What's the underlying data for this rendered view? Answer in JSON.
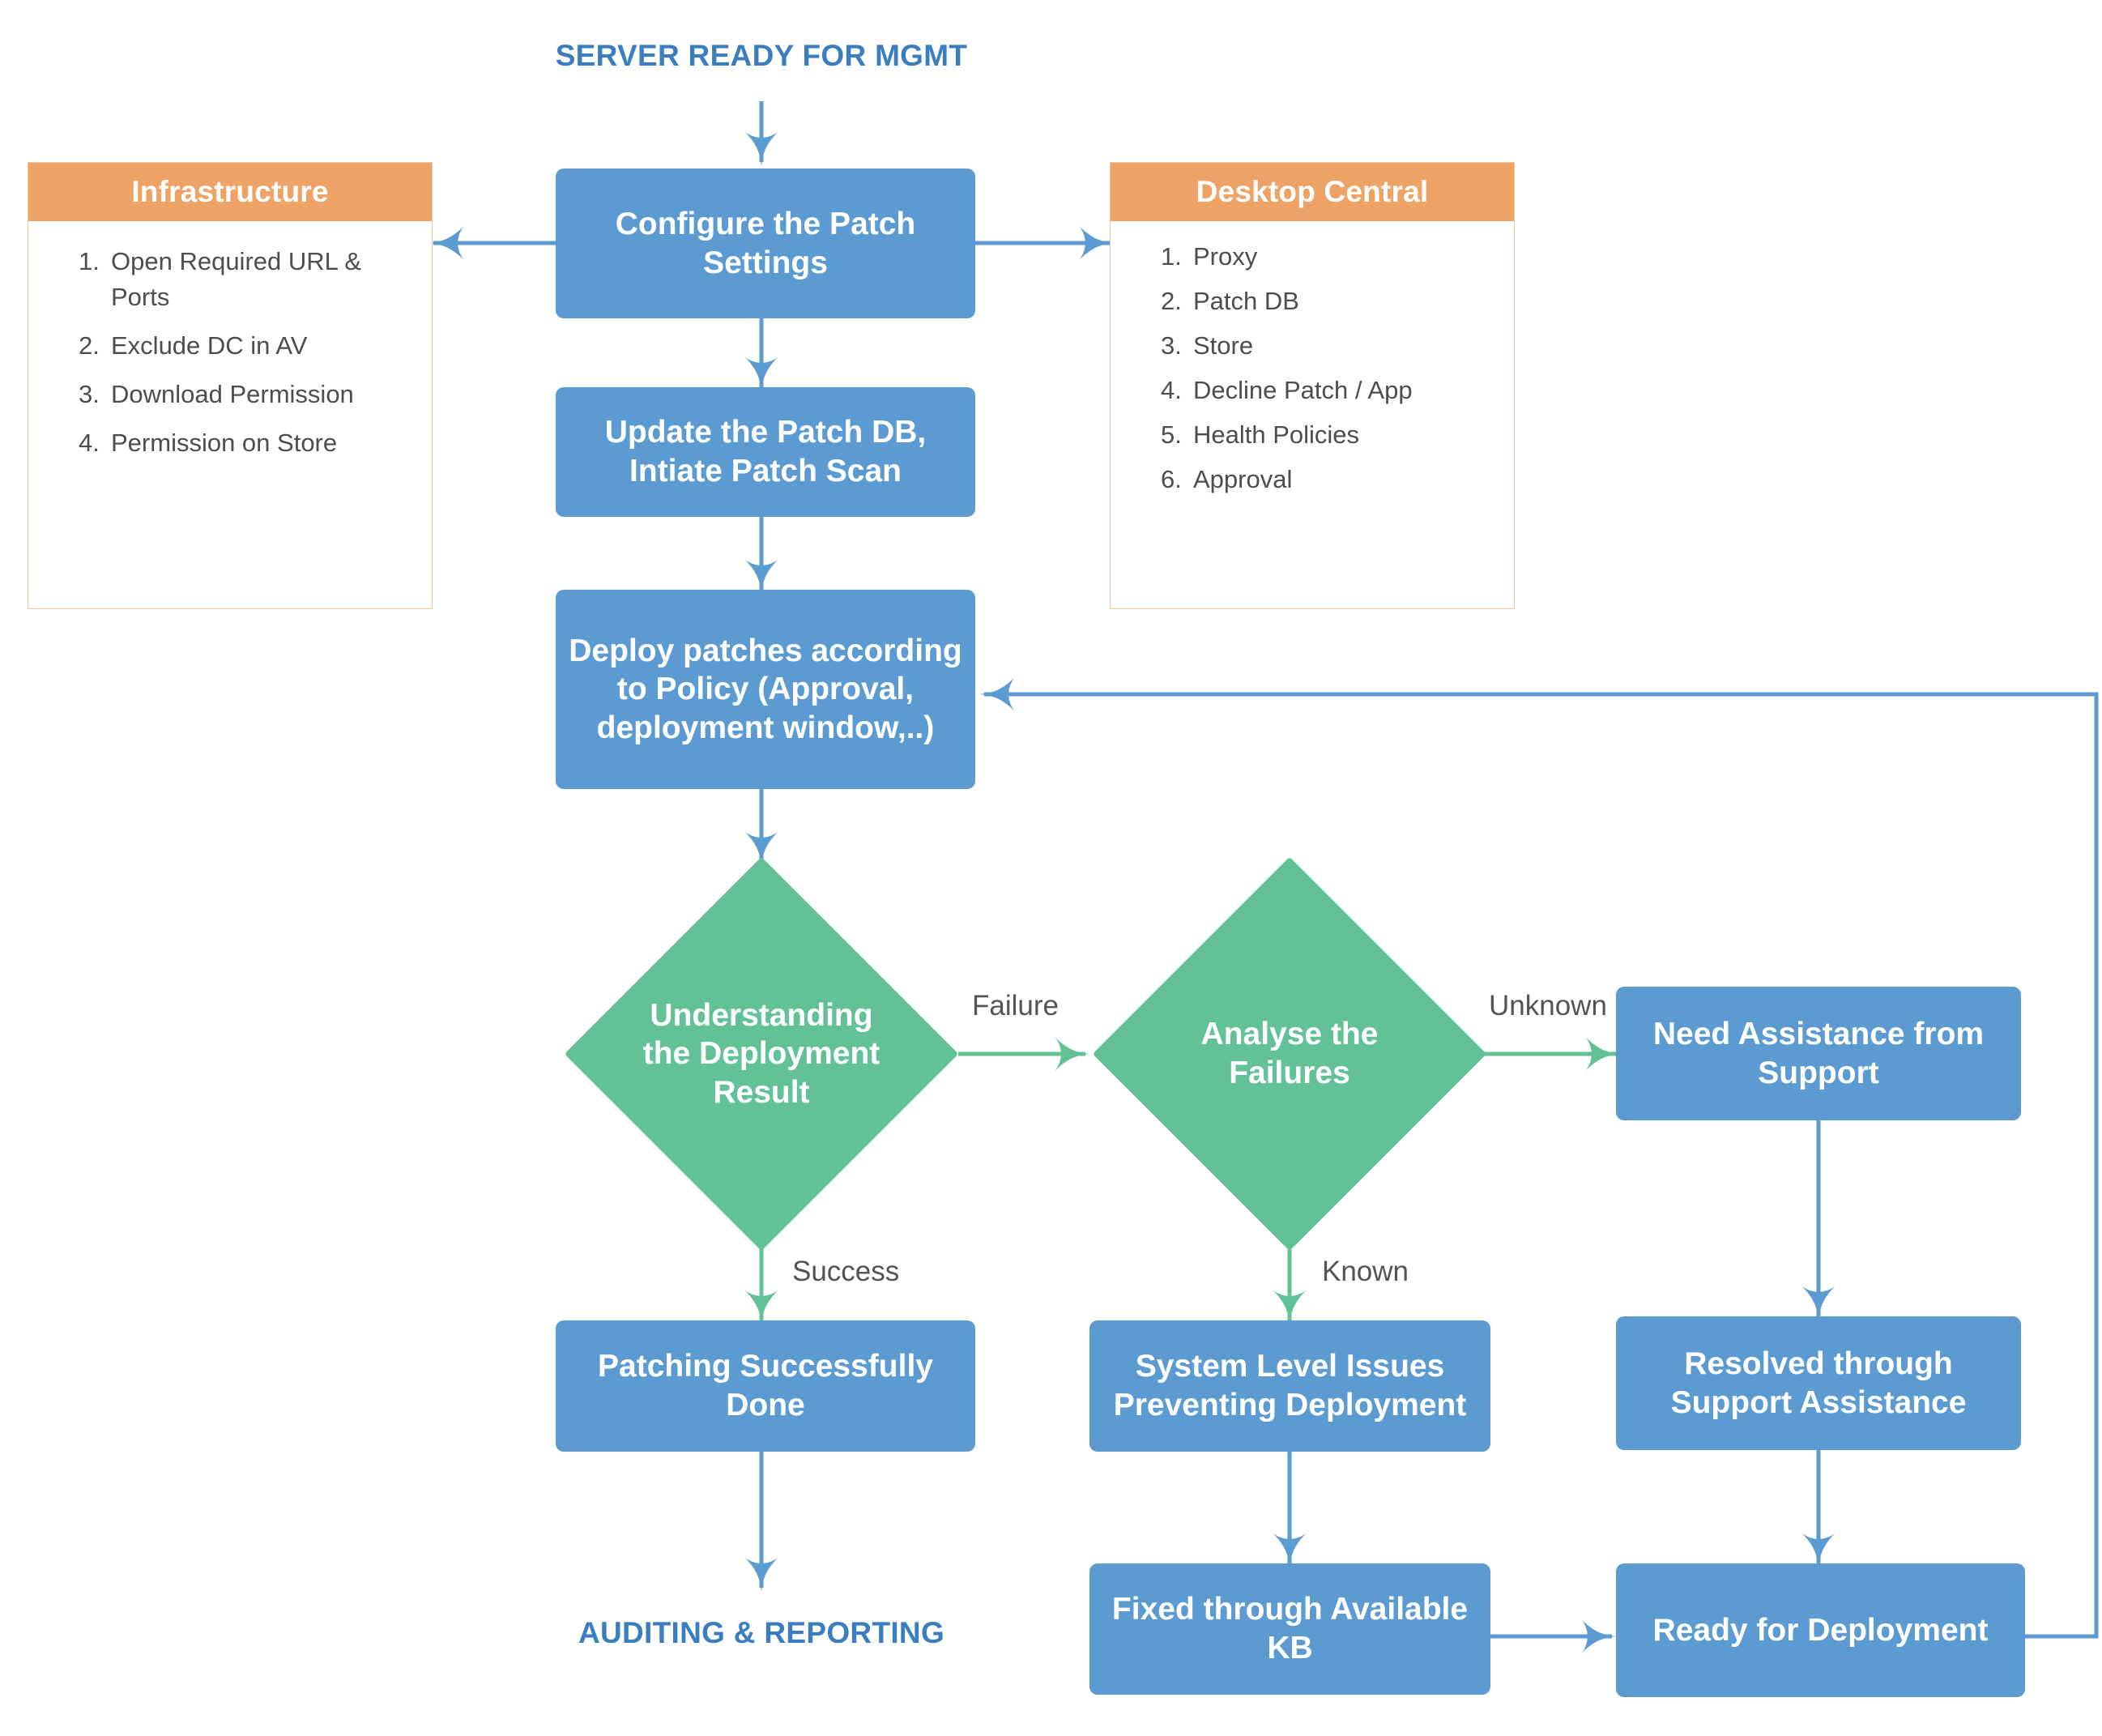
{
  "diagram": {
    "title_top": "SERVER READY FOR MGMT",
    "title_bottom": "AUDITING & REPORTING",
    "colors": {
      "process_blue": "#5b9bd1",
      "decision_green": "#62c295",
      "panel_orange": "#eda266",
      "terminator_text": "#3a7ebf",
      "body_text": "#4d4d4d",
      "edge_label_text": "#545454"
    }
  },
  "panels": [
    {
      "id": "infrastructure",
      "header": "Infrastructure",
      "items": [
        {
          "num": "1.",
          "text": "Open Required URL & Ports"
        },
        {
          "num": "2.",
          "text": "Exclude DC in AV"
        },
        {
          "num": "3.",
          "text": "Download Permission"
        },
        {
          "num": "4.",
          "text": "Permission on Store"
        }
      ]
    },
    {
      "id": "desktop-central",
      "header": "Desktop Central",
      "items": [
        {
          "num": "1.",
          "text": "Proxy"
        },
        {
          "num": "2.",
          "text": "Patch DB"
        },
        {
          "num": "3.",
          "text": "Store"
        },
        {
          "num": "4.",
          "text": "Decline Patch / App"
        },
        {
          "num": "5.",
          "text": "Health Policies"
        },
        {
          "num": "6.",
          "text": "Approval"
        }
      ]
    }
  ],
  "nodes": {
    "configure_patch_settings": "Configure the Patch Settings",
    "update_patch_db": "Update the Patch DB, Intiate Patch Scan",
    "deploy_patches": "Deploy patches according to Policy (Approval, deployment window,..)",
    "understanding_result": "Understanding the Deployment Result",
    "analyse_failures": "Analyse the Failures",
    "need_assistance": "Need Assistance from Support",
    "patching_done": "Patching Successfully Done",
    "system_level_issues": "System Level Issues Preventing Deployment",
    "resolved_support": "Resolved through Support Assistance",
    "fixed_kb": "Fixed through Available KB",
    "ready_deployment": "Ready for Deployment"
  },
  "edge_labels": {
    "failure": "Failure",
    "success": "Success",
    "unknown": "Unknown",
    "known": "Known"
  }
}
